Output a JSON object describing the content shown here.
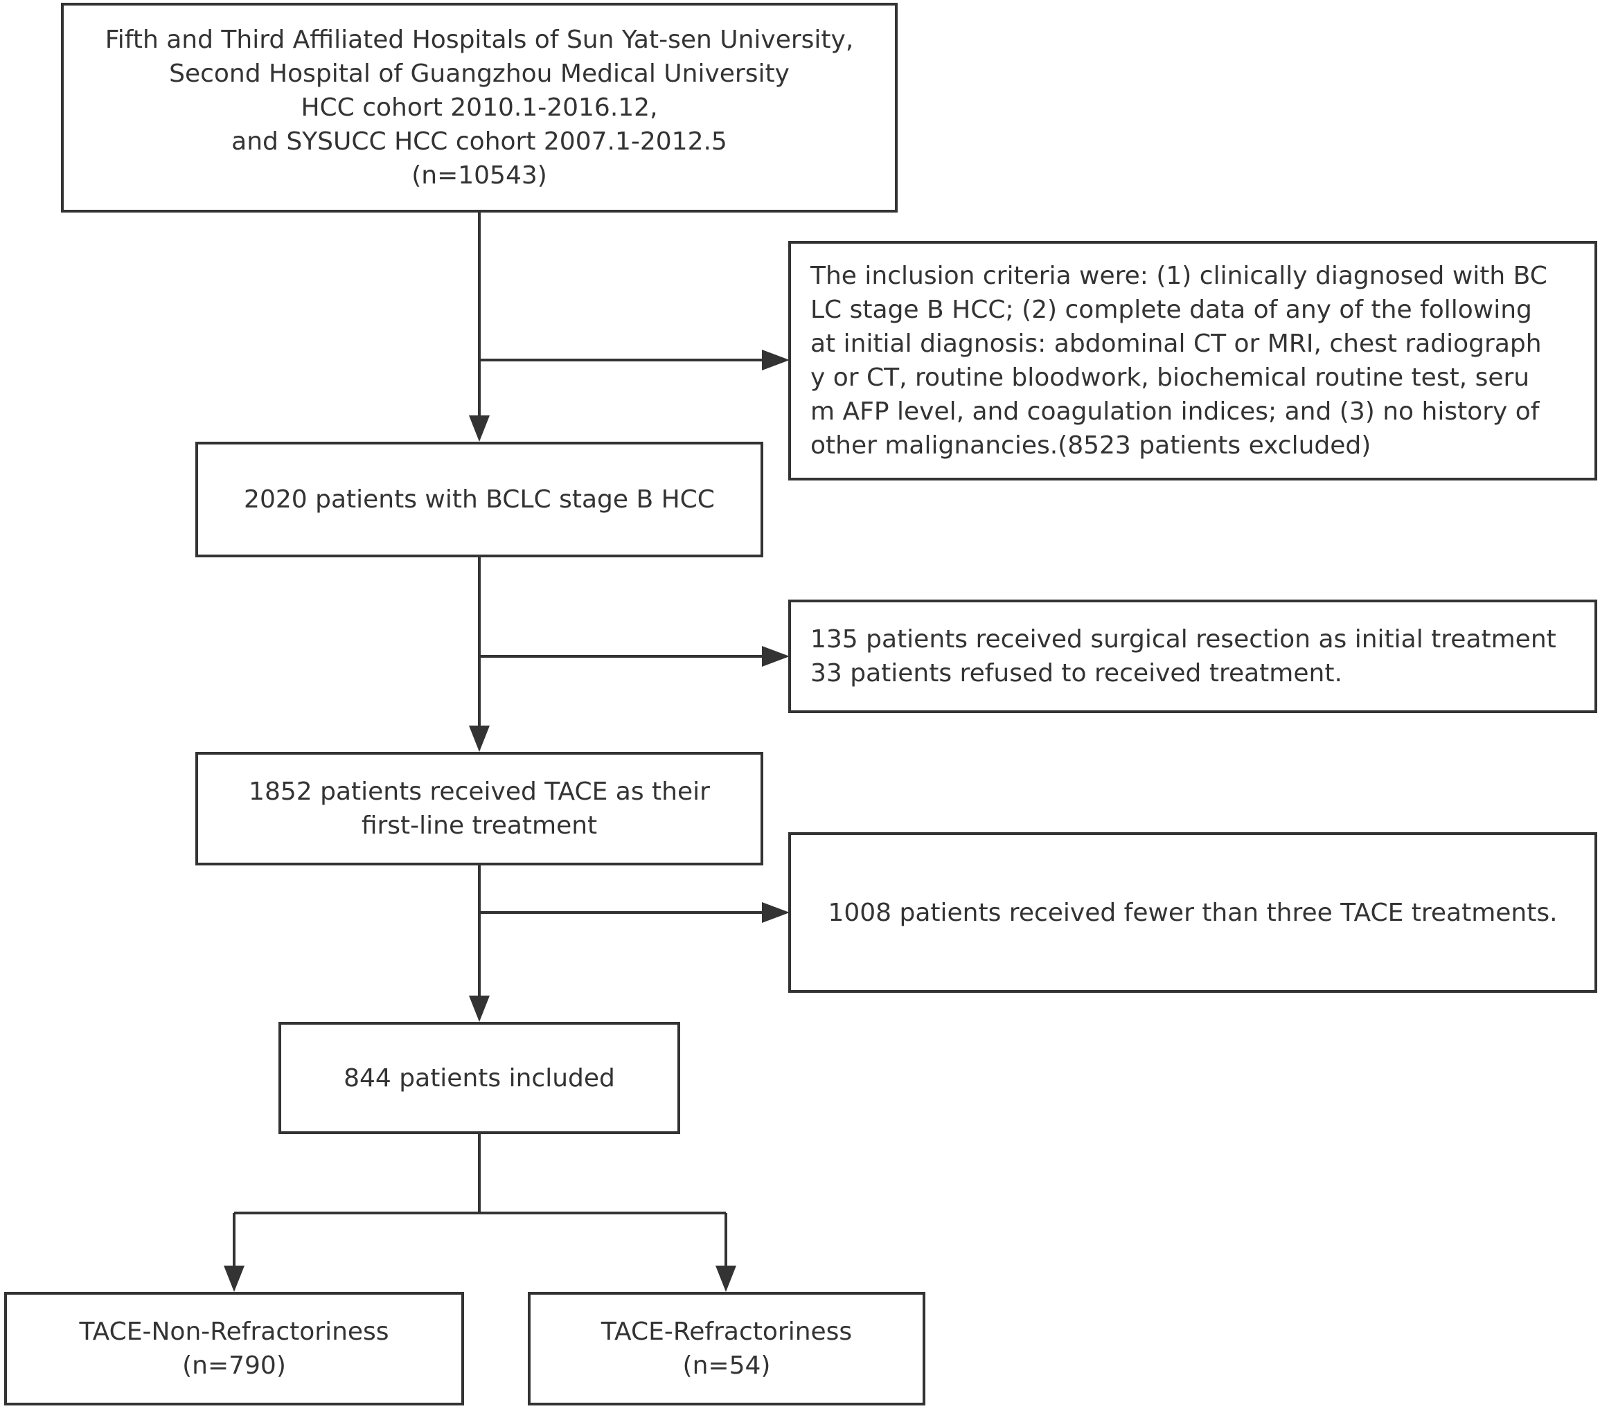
{
  "diagram": {
    "colors": {
      "line": "#333333",
      "background": "#ffffff",
      "text": "#333333"
    },
    "nodes": {
      "source": {
        "lines": [
          "Fifth and Third Affiliated Hospitals of Sun Yat-sen University,",
          "Second Hospital of Guangzhou Medical University",
          "HCC cohort 2010.1-2016.12,",
          "and SYSUCC HCC cohort 2007.1-2012.5",
          "(n=10543)"
        ]
      },
      "exclusion_1": {
        "lines": [
          "The inclusion criteria were: (1) clinically diagnosed with BC",
          "LC stage B HCC; (2) complete data of any of the following",
          "at initial diagnosis: abdominal CT or MRI, chest radiograph",
          "y or CT, routine bloodwork, biochemical routine test, seru",
          "m AFP level, and coagulation indices; and (3) no history of",
          "other malignancies.(8523 patients excluded)"
        ]
      },
      "bclc_b": {
        "lines": [
          "2020 patients with BCLC stage B HCC"
        ]
      },
      "exclusion_2": {
        "lines": [
          "135 patients received surgical resection as initial treatment",
          "33 patients refused to received treatment."
        ]
      },
      "tace_first_line": {
        "lines": [
          "1852 patients received TACE as their",
          "first-line treatment"
        ]
      },
      "exclusion_3": {
        "lines": [
          "1008 patients received fewer than three TACE treatments."
        ]
      },
      "included": {
        "lines": [
          "844 patients included"
        ]
      },
      "non_refractory": {
        "lines": [
          "TACE-Non-Refractoriness",
          "(n=790)"
        ]
      },
      "refractory": {
        "lines": [
          "TACE-Refractoriness",
          "(n=54)"
        ]
      }
    },
    "edges": [
      {
        "from": "source",
        "to": "bclc_b"
      },
      {
        "from": "source",
        "to": "exclusion_1"
      },
      {
        "from": "bclc_b",
        "to": "tace_first_line"
      },
      {
        "from": "bclc_b",
        "to": "exclusion_2"
      },
      {
        "from": "tace_first_line",
        "to": "included"
      },
      {
        "from": "tace_first_line",
        "to": "exclusion_3"
      },
      {
        "from": "included",
        "to": "non_refractory"
      },
      {
        "from": "included",
        "to": "refractory"
      }
    ]
  }
}
